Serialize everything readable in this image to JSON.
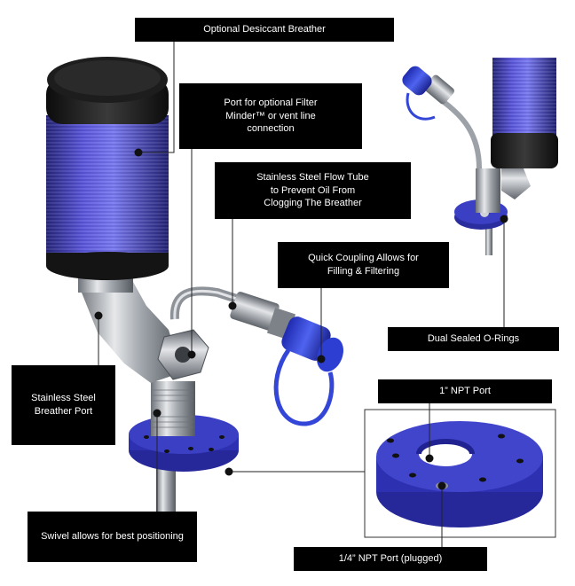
{
  "callouts": {
    "desiccant_breather": {
      "lines": [
        "Optional Desiccant Breather"
      ]
    },
    "filter_port": {
      "lines": [
        "Port for optional Filter",
        "Minder™ or vent line",
        "connection"
      ]
    },
    "flow_tube": {
      "lines": [
        "Stainless Steel Flow Tube",
        "to Prevent Oil From",
        "Clogging The Breather"
      ]
    },
    "quick_coupling": {
      "lines": [
        "Quick Coupling Allows for",
        "Filling & Filtering"
      ]
    },
    "breather_port": {
      "lines": [
        "Stainless Steel",
        "Breather Port"
      ]
    },
    "swivel": {
      "lines": [
        "Swivel allows for best positioning"
      ]
    },
    "npt_1in": {
      "lines": [
        "1” NPT Port"
      ]
    },
    "npt_quarter": {
      "lines": [
        "1/4” NPT Port (plugged)"
      ]
    },
    "o_rings": {
      "lines": [
        "Dual Sealed O-Rings"
      ]
    }
  },
  "colors": {
    "callout_bg": "#000000",
    "callout_text": "#ffffff",
    "flange_blue": "#3a3fc4",
    "cap_black": "#1c1c1c",
    "steel": "#b8bcc2",
    "leader": "#222222"
  },
  "icons": [
    "bullet-dot-icon"
  ]
}
